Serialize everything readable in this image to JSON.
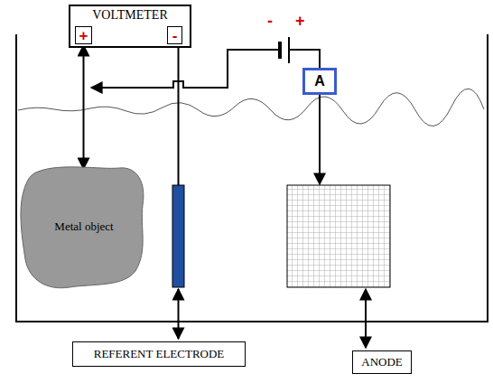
{
  "diagram": {
    "nodes": [
      {
        "text": [
          "VOLTMETER"
        ]
      },
      {
        "text": [
          "+"
        ],
        "in": 0
      },
      {
        "text": [
          "-"
        ],
        "in": 0
      },
      {
        "text": [
          "A"
        ]
      },
      {
        "text": [
          "Metal object"
        ]
      },
      {
        "text": [
          "REFERENT ELECTRODE"
        ]
      },
      {
        "text": [
          "ANODE"
        ]
      }
    ],
    "edges": [
      {
        "from": 1,
        "to": 4,
        "arrow": "both"
      }
    ],
    "labels": [
      "-",
      "+"
    ]
  }
}
